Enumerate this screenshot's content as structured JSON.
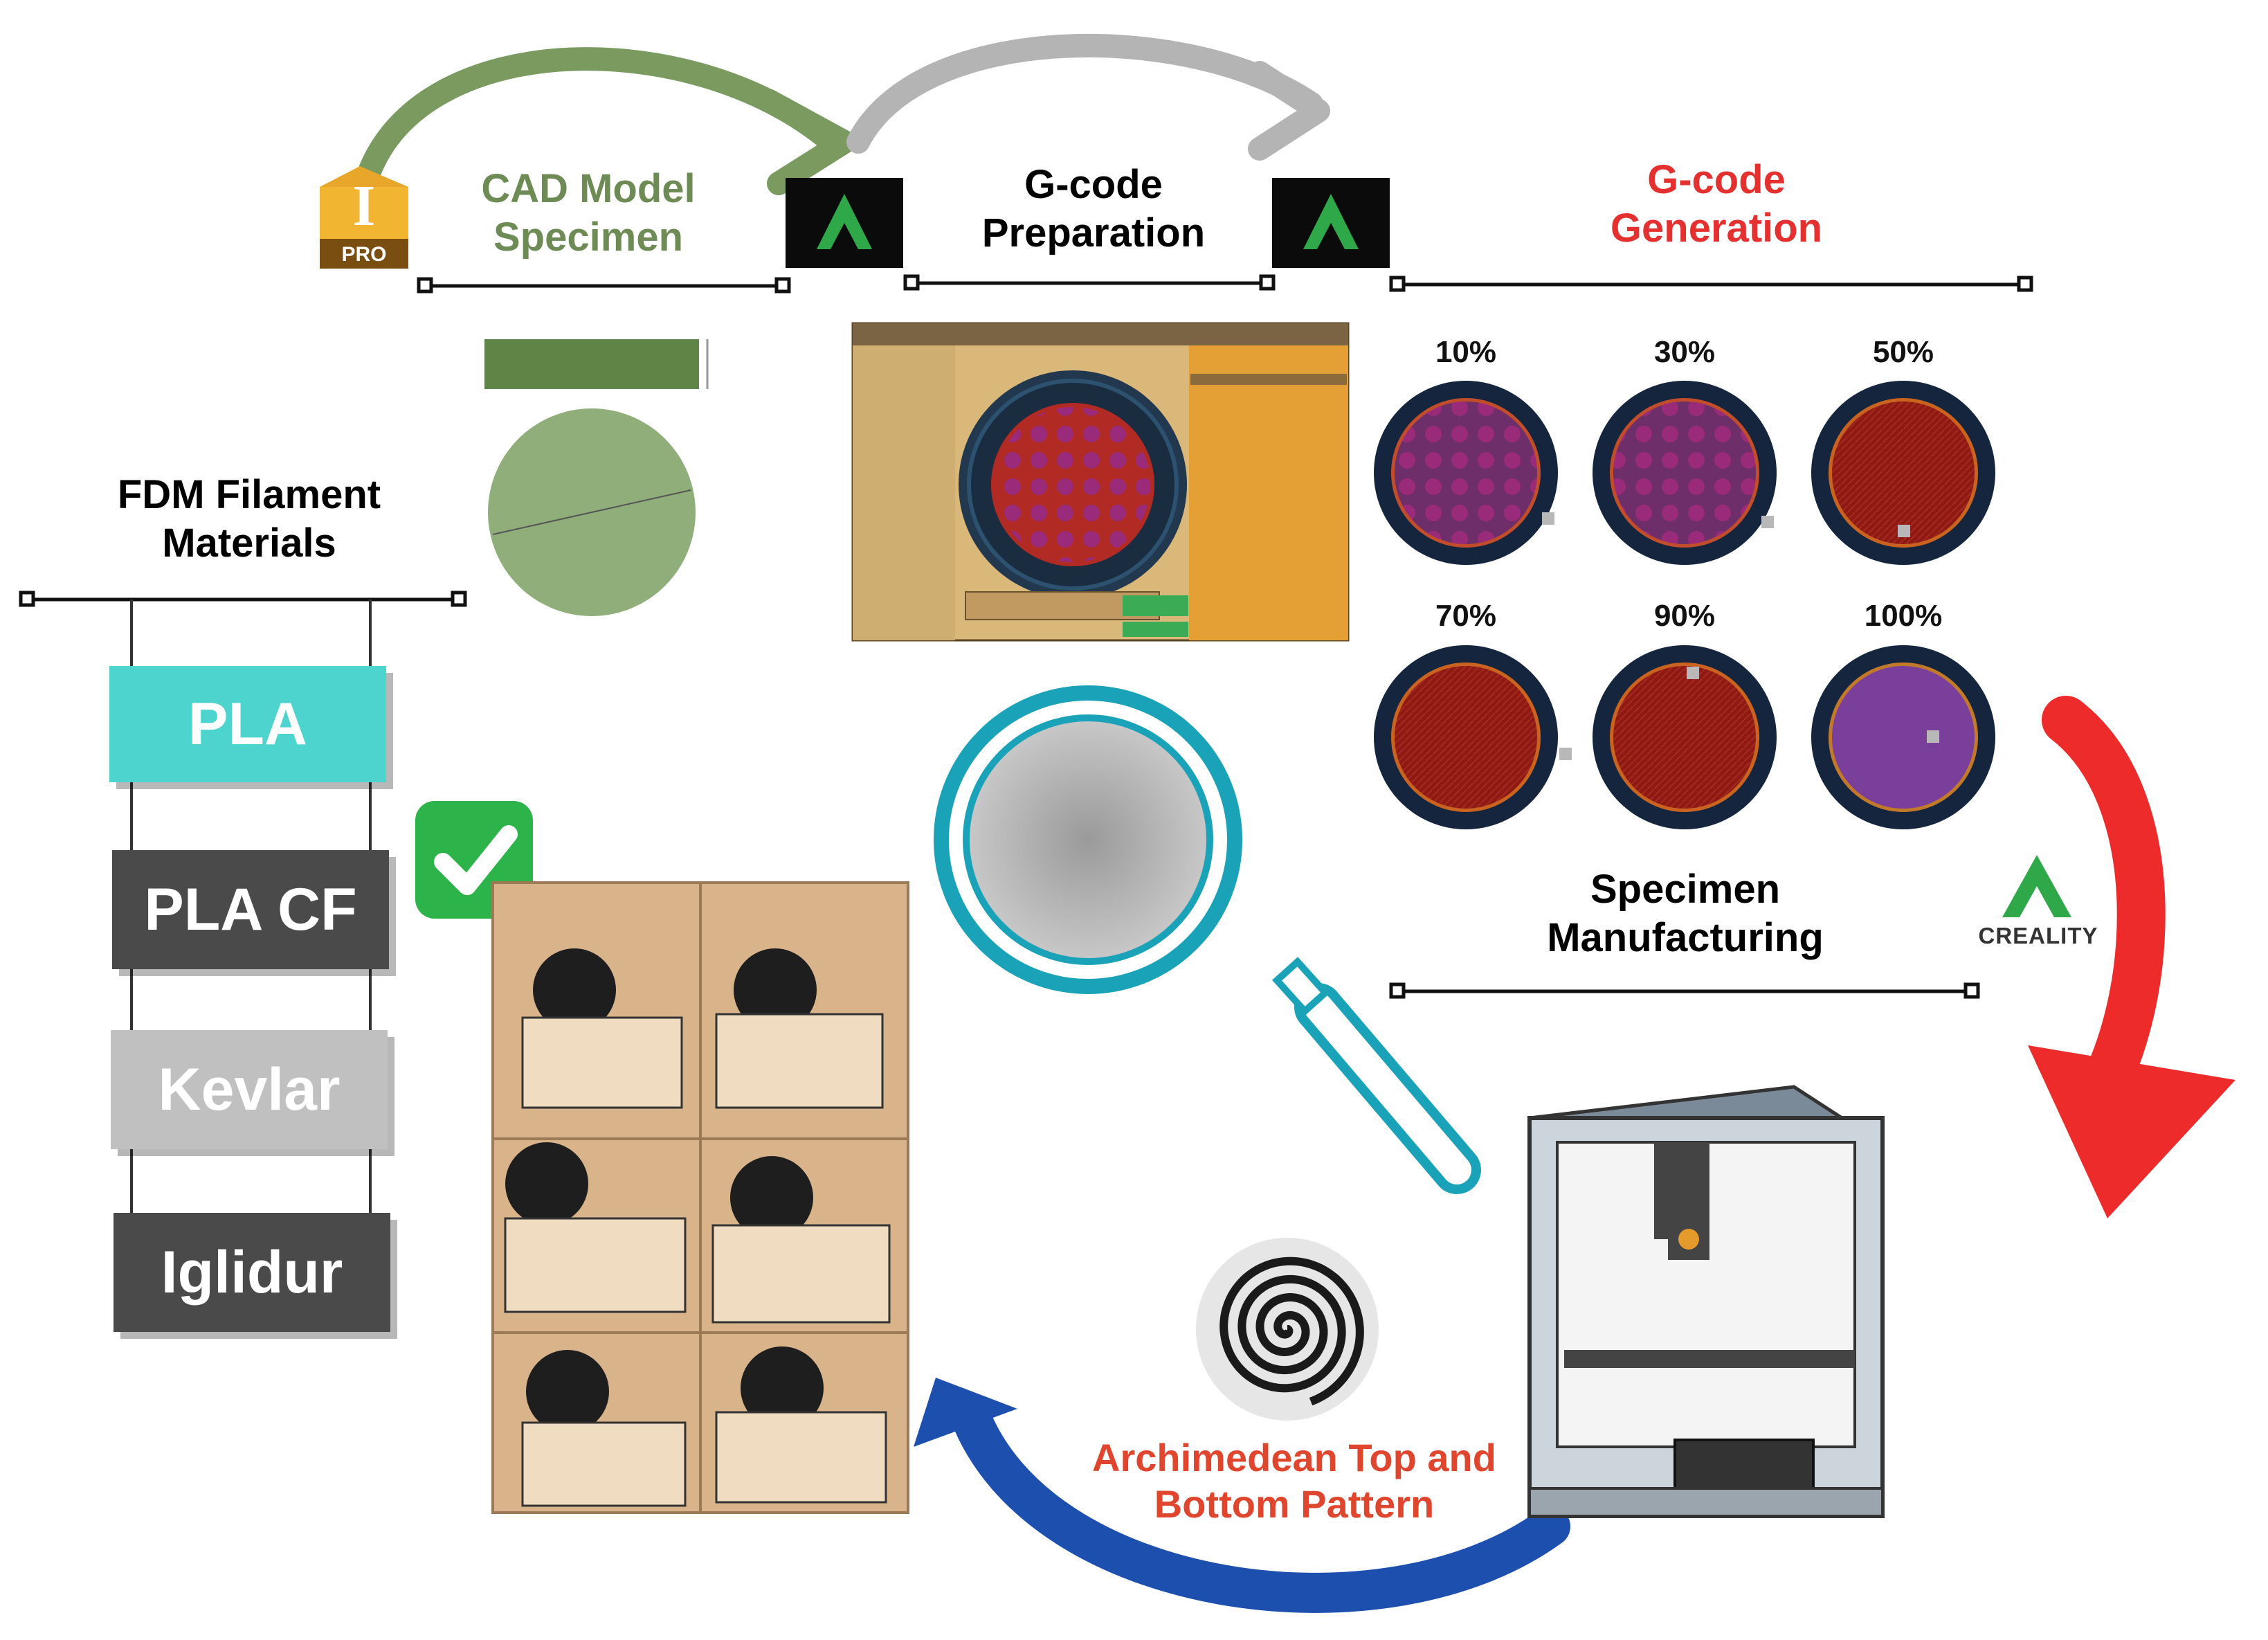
{
  "steps": {
    "cad_model": {
      "line1": "CAD Model",
      "line2": "Specimen",
      "color": "#6e8b55"
    },
    "gcode_preparation": {
      "line1": "G-code",
      "line2": "Preparation",
      "color": "#111111"
    },
    "gcode_generation": {
      "line1": "G-code",
      "line2": "Generation",
      "color": "#e53030"
    },
    "specimen_manufacturing": {
      "line1": "Specimen",
      "line2": "Manufacturing",
      "color": "#111111"
    },
    "fdm_materials": {
      "line1": "FDM Filament",
      "line2": "Materials",
      "color": "#111111"
    }
  },
  "logos": {
    "inventor": {
      "letter": "I",
      "badge": "PRO",
      "icon": "inventor-pro-icon"
    },
    "creality_brand": "CREALITY"
  },
  "materials": [
    {
      "label": "PLA",
      "color": "#4ed4cf"
    },
    {
      "label": "PLA CF",
      "color": "#4a4a4a"
    },
    {
      "label": "Kevlar",
      "color": "#c0c0c0"
    },
    {
      "label": "Iglidur",
      "color": "#4a4a4a"
    }
  ],
  "infill_levels": [
    "10%",
    "30%",
    "50%",
    "70%",
    "90%",
    "100%"
  ],
  "pattern_caption": {
    "line1": "Archimedean Top and",
    "line2": "Bottom Pattern",
    "color": "#e0452e"
  },
  "colors": {
    "green_arrow": "#7a9a60",
    "gray_arrow": "#b4b4b4",
    "red_arrow": "#ee2b2b",
    "blue_arrow": "#1c4fae",
    "magnifier": "#1aa3b8"
  }
}
